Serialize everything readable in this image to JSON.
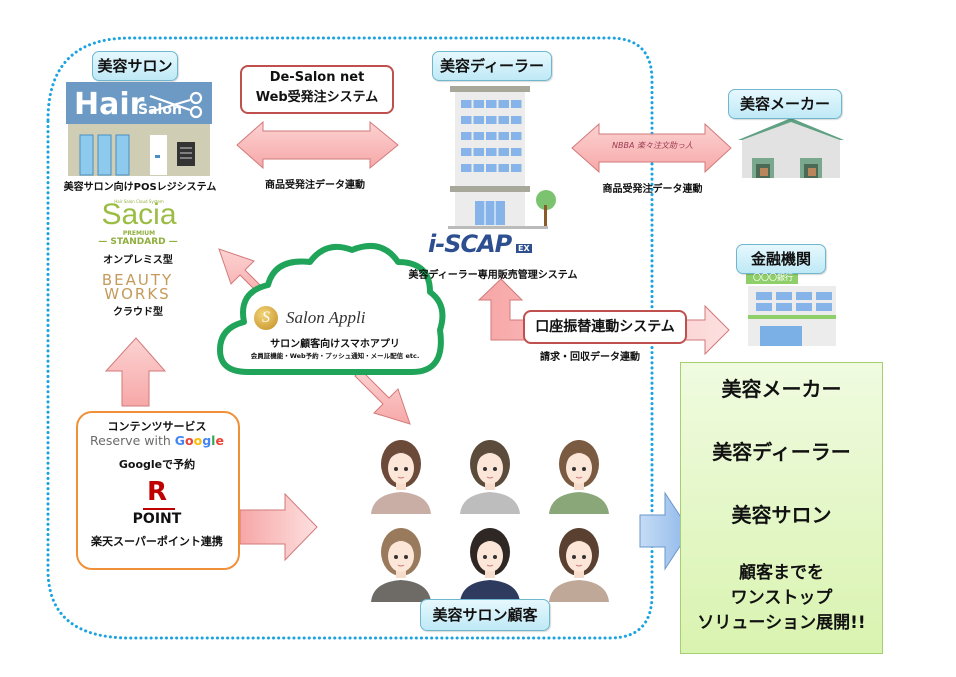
{
  "diagram": {
    "title": "美容業界ワンストップソリューション概念図",
    "nodes": {
      "salon": {
        "label": "美容サロン",
        "sign_main": "Hair",
        "sign_sub": "Salon",
        "caption": "美容サロン向けPOSレジシステム"
      },
      "sacia": {
        "tagline": "Hair Salon Cloud System",
        "logo": "Sacia",
        "premium": "PREMIUM",
        "standard": "— STANDARD —",
        "caption": "オンプレミス型"
      },
      "beauty_works": {
        "line1": "BEAUTY",
        "line2": "WORKS",
        "caption": "クラウド型"
      },
      "desalon": {
        "line1": "De-Salon net",
        "line2": "Web受発注システム",
        "caption": "商品受発注データ連動"
      },
      "dealer": {
        "label": "美容ディーラー",
        "logo_main": "i-SCAP",
        "logo_badge": "EX",
        "caption": "美容ディーラー専用販売管理システム"
      },
      "maker": {
        "label": "美容メーカー",
        "arrow_logo": "NBBA 楽々注文助っ人",
        "caption": "商品受発注データ連動"
      },
      "bank": {
        "label": "金融機関",
        "sign": "〇〇〇銀行"
      },
      "transfer": {
        "label": "口座振替連動システム",
        "caption": "請求・回収データ連動"
      },
      "app": {
        "logo_letter": "S",
        "name": "Salon Appli",
        "title": "サロン顧客向けスマホアプリ",
        "features": "会員証機能・Web予約・プッシュ通知・メール配信 etc."
      },
      "content": {
        "title": "コンテンツサービス",
        "reserve_prefix": "Reserve with ",
        "google": [
          "G",
          "o",
          "o",
          "g",
          "l",
          "e"
        ],
        "google_caption": "Googleで予約",
        "rakuten_letter": "R",
        "rakuten_point": "POINT",
        "rakuten_caption": "楽天スーパーポイント連携"
      },
      "customers": {
        "label": "美容サロン顧客",
        "count": 6
      }
    },
    "solution": {
      "steps": [
        "美容メーカー",
        "美容ディーラー",
        "美容サロン"
      ],
      "final_lines": [
        "顧客までを",
        "ワンストップ",
        "ソリューション展開!!"
      ]
    },
    "colors": {
      "boundary": "#1aa3e0",
      "arrow_fill": "#f9b9b9",
      "arrow_stroke": "#d27a7a",
      "red_box": "#c0504d",
      "cloud": "#1fa45a",
      "content_box": "#f0913a",
      "solution_arrow": "#f6a55f",
      "big_arrow": "#9cc2ec",
      "google_blue": "#4285f4",
      "google_red": "#ea4335",
      "google_yellow": "#fbbc05",
      "google_green": "#34a853",
      "rakuten": "#bf0000"
    }
  }
}
